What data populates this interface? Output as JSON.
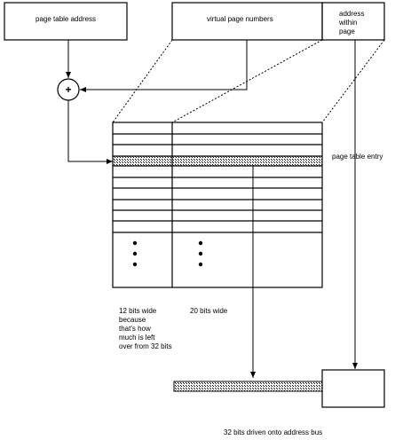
{
  "boxes": {
    "page_table_address": "page table address",
    "virtual_page_numbers": "virtual page numbers",
    "address_within_page": "address\nwithin\npage"
  },
  "adder_symbol": "+",
  "labels": {
    "page_table_entry": "page table entry",
    "left_column_note": "12 bits wide\nbecause\nthat's how\nmuch is left\nover from 32 bits",
    "right_column_note": "20 bits wide",
    "bottom_caption": "32 bits driven onto address bus"
  },
  "colors": {
    "line": "#000000",
    "hatch": "#000000",
    "background": "#ffffff"
  }
}
